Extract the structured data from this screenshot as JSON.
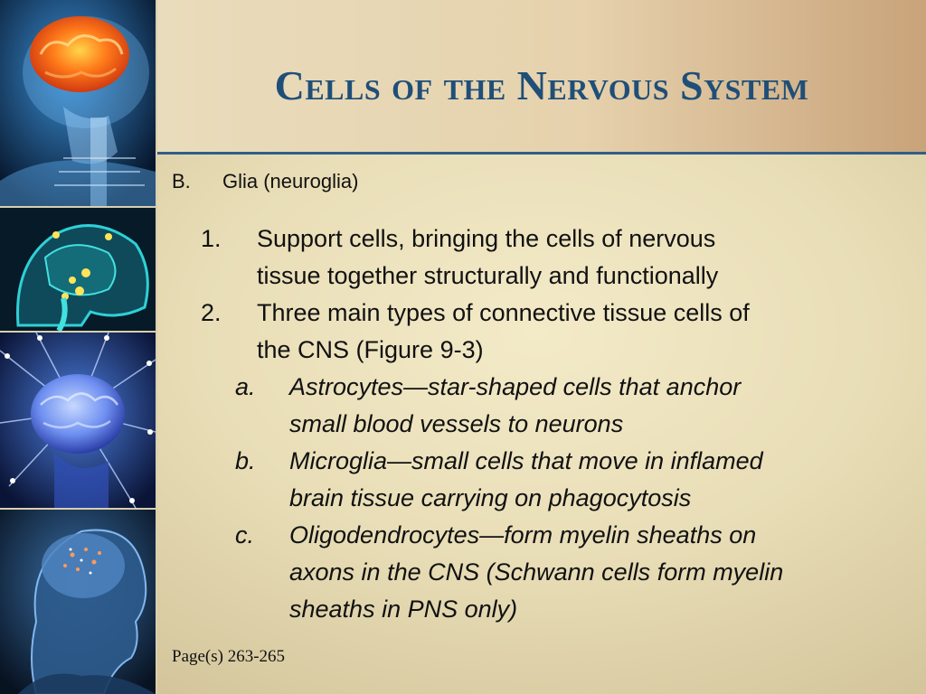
{
  "slide": {
    "title": "Cells of the Nervous System",
    "section": {
      "marker": "B.",
      "text": "Glia (neuroglia)"
    },
    "items": [
      {
        "marker": "1.",
        "lines": [
          "Support cells, bringing the cells of nervous",
          "tissue together structurally and functionally"
        ]
      },
      {
        "marker": "2.",
        "lines": [
          "Three main types of connective tissue cells of",
          "the CNS (Figure 9-3)"
        ]
      }
    ],
    "subitems": [
      {
        "marker": "a.",
        "lines": [
          "Astrocytes—star-shaped cells that anchor",
          "small blood vessels to neurons"
        ]
      },
      {
        "marker": "b.",
        "lines": [
          "Microglia—small cells that move in inflamed",
          "brain tissue carrying on phagocytosis"
        ]
      },
      {
        "marker": "c.",
        "lines": [
          "Oligodendrocytes—form myelin sheaths on",
          "axons in the CNS (Schwann cells form myelin",
          "sheaths in PNS only)"
        ]
      }
    ],
    "footer": "Page(s) 263-265"
  },
  "colors": {
    "title": "#1f4f78",
    "rule": "#2f5f86",
    "sidebar": "#0b1a2c"
  },
  "icons": [
    "brain-skeleton-image",
    "brain-scan-image",
    "brain-network-image",
    "head-profile-image"
  ]
}
